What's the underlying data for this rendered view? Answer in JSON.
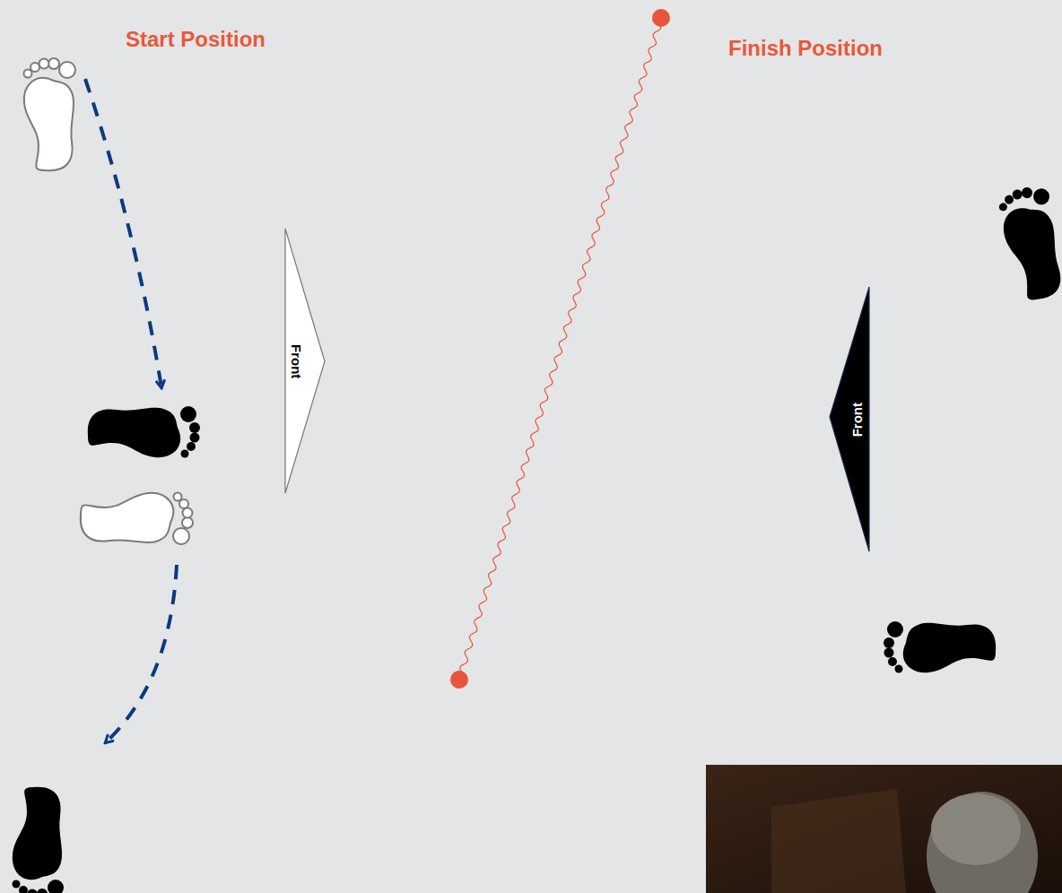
{
  "diagram": {
    "nodes": [
      {
        "text": [
          "Front"
        ]
      },
      {
        "text": [
          "Front"
        ]
      }
    ],
    "labels": [
      "Start Position",
      "Finish Position"
    ]
  }
}
